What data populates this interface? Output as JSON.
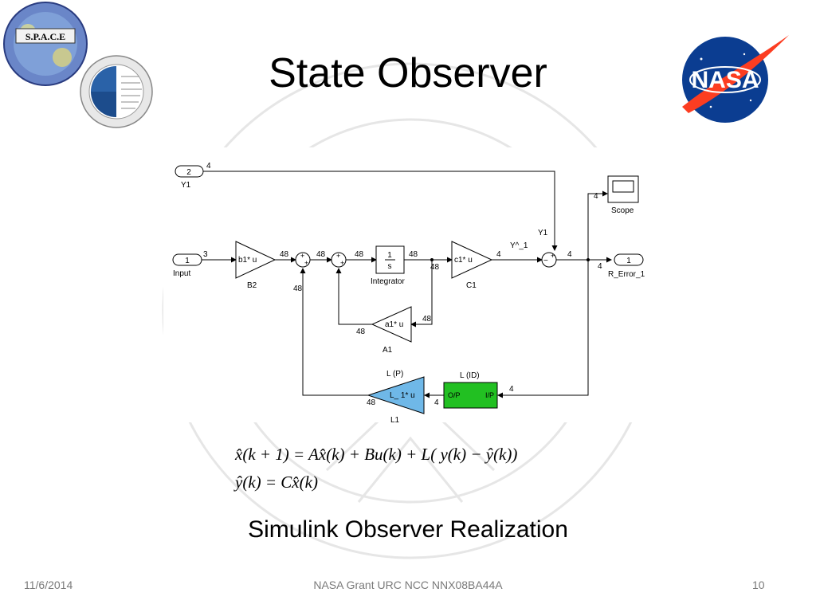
{
  "slide": {
    "title": "State Observer",
    "caption": "Simulink Observer Realization"
  },
  "equations": {
    "line1": "x̂(k + 1) = Ax̂(k) + Bu(k) + L( y(k) − ŷ(k))",
    "line2": "ŷ(k) = Cx̂(k)"
  },
  "footer": {
    "date": "11/6/2014",
    "center": "NASA Grant URC NCC NNX08BA44A",
    "page": "10"
  },
  "logos": {
    "space_text": "S.P.A.C.E",
    "nasa_text": "NASA"
  },
  "diagram": {
    "ports": {
      "y1_num": "2",
      "y1_label": "Y1",
      "input_num": "1",
      "input_label": "Input",
      "rerr_num": "1",
      "rerr_label": "R_Error_1"
    },
    "blocks": {
      "b2_text": "b1* u",
      "b2_label": "B2",
      "integrator_num": "1",
      "integrator_den": "s",
      "integrator_label": "Integrator",
      "c1_text": "c1* u",
      "c1_label": "C1",
      "a1_text": "a1* u",
      "a1_label": "A1",
      "l1_text": "L_ 1* u",
      "l1_label": "L1",
      "l1_top": "L (P)",
      "lid_left": "O/P",
      "lid_right": "I/P",
      "lid_top": "L (ID)",
      "scope_label": "Scope",
      "sum_plus": "+",
      "sum_minus": "−"
    },
    "signals": {
      "y1_width": "4",
      "input_width": "3",
      "b2_out": "48",
      "sum1_out": "48",
      "sum2_out": "48",
      "int_out": "48",
      "int_branch": "48",
      "c1_out": "4",
      "yhat_label": "Y^_1",
      "y1_drop_label": "Y1",
      "sum3_out": "4",
      "scope_in": "4",
      "rerr_in": "4",
      "fb_in": "4",
      "a1_in": "48",
      "a1_out": "48",
      "sum1_fb": "48",
      "l1_out": "48",
      "lid_out": "4"
    },
    "colors": {
      "l1_fill": "#6fb8e8",
      "lid_fill": "#22c022"
    }
  }
}
